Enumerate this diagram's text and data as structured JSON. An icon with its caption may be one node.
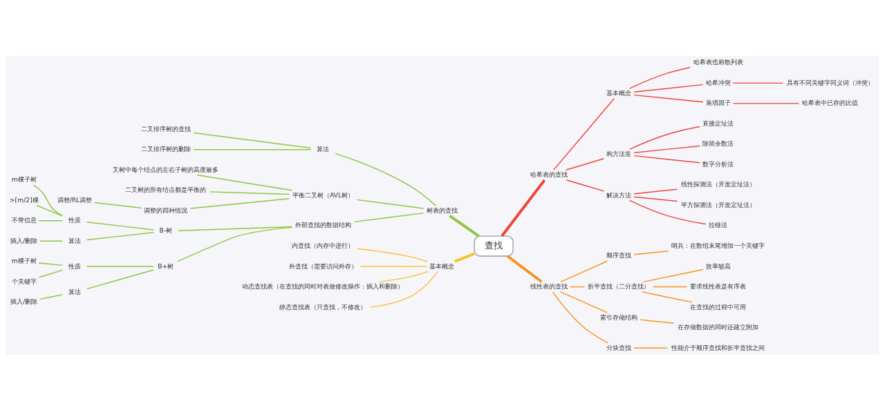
{
  "diagram": {
    "nodes": [
      {
        "text": [
          "查找"
        ]
      },
      {
        "text": [
          "树表的查找"
        ]
      },
      {
        "text": [
          "算法"
        ]
      },
      {
        "text": [
          "二叉排序树的查找"
        ]
      },
      {
        "text": [
          "二叉排序树的删除"
        ]
      },
      {
        "text": [
          "平衡二叉树（AVL树）"
        ]
      },
      {
        "text": [
          "叉树中每个结点的左右子树的高度最多"
        ]
      },
      {
        "text": [
          "二叉树的所有结点都是平衡的"
        ]
      },
      {
        "text": [
          "调整的四种情况"
        ]
      },
      {
        "text": [
          "调整/RL调整"
        ]
      },
      {
        "text": [
          "外部查找的数据结构"
        ]
      },
      {
        "text": [
          "B-树"
        ]
      },
      {
        "text": [
          "性质"
        ]
      },
      {
        "text": [
          "m棵子树"
        ]
      },
      {
        "text": [
          ">[m/2]棵"
        ]
      },
      {
        "text": [
          "不带信息"
        ]
      },
      {
        "text": [
          "算法"
        ]
      },
      {
        "text": [
          "插入/删除"
        ]
      },
      {
        "text": [
          "B+树"
        ]
      },
      {
        "text": [
          "性质"
        ]
      },
      {
        "text": [
          "m棵子树"
        ]
      },
      {
        "text": [
          "个关键字"
        ]
      },
      {
        "text": [
          "算法"
        ]
      },
      {
        "text": [
          "插入/删除"
        ]
      },
      {
        "text": [
          "基本概念"
        ]
      },
      {
        "text": [
          "内查找（内存中进行）"
        ]
      },
      {
        "text": [
          "外查找（需要访问外存）"
        ]
      },
      {
        "text": [
          "动态查找表（在查找的同时对表做修改操作：插入和删除）"
        ]
      },
      {
        "text": [
          "静态查找表（只查找，不修改）"
        ]
      },
      {
        "text": [
          "哈希表的查找"
        ]
      },
      {
        "text": [
          "基本概念"
        ]
      },
      {
        "text": [
          "哈希表也称散列表"
        ]
      },
      {
        "text": [
          "哈希冲突"
        ]
      },
      {
        "text": [
          "具有不同关键字同义词（冲突）"
        ]
      },
      {
        "text": [
          "装填因子"
        ]
      },
      {
        "text": [
          "哈希表中已存的比值"
        ]
      },
      {
        "text": [
          "构方法造"
        ]
      },
      {
        "text": [
          "直接定址法"
        ]
      },
      {
        "text": [
          "除留余数法"
        ]
      },
      {
        "text": [
          "数字分析法"
        ]
      },
      {
        "text": [
          "解决方法"
        ]
      },
      {
        "text": [
          "线性探测法（开发定址法）"
        ]
      },
      {
        "text": [
          "平方探测法（开发定址法）"
        ]
      },
      {
        "text": [
          "拉链法"
        ]
      },
      {
        "text": [
          "线性表的查找"
        ]
      },
      {
        "text": [
          "顺序查找"
        ]
      },
      {
        "text": [
          "哨兵：在数组末尾增加一个关键字"
        ]
      },
      {
        "text": [
          "折半查找（二分查找）"
        ]
      },
      {
        "text": [
          "效率较高"
        ]
      },
      {
        "text": [
          "要求线性表是有序表"
        ]
      },
      {
        "text": [
          "在查找的过程中可用"
        ]
      },
      {
        "text": [
          "索引存储结构"
        ]
      },
      {
        "text": [
          "在存储数据的同时还建立附加"
        ]
      },
      {
        "text": [
          "分块查找"
        ]
      },
      {
        "text": [
          "性能介于顺序查找和折半查找之间"
        ]
      }
    ],
    "edges": [
      {
        "from": 0,
        "to": 1,
        "arrow": "none",
        "style": "thick",
        "color": "#8dc63f"
      },
      {
        "from": 1,
        "to": 2,
        "arrow": "none",
        "color": "#8dc63f"
      },
      {
        "from": 2,
        "to": 3,
        "arrow": "none",
        "color": "#8dc63f"
      },
      {
        "from": 2,
        "to": 4,
        "arrow": "none",
        "color": "#8dc63f"
      },
      {
        "from": 1,
        "to": 5,
        "arrow": "none",
        "color": "#8dc63f"
      },
      {
        "from": 5,
        "to": 6,
        "arrow": "none",
        "color": "#8dc63f"
      },
      {
        "from": 5,
        "to": 7,
        "arrow": "none",
        "color": "#8dc63f"
      },
      {
        "from": 5,
        "to": 8,
        "arrow": "none",
        "color": "#8dc63f"
      },
      {
        "from": 8,
        "to": 9,
        "arrow": "none",
        "color": "#8dc63f"
      },
      {
        "from": 1,
        "to": 10,
        "arrow": "none",
        "color": "#8dc63f"
      },
      {
        "from": 10,
        "to": 11,
        "arrow": "none",
        "color": "#8dc63f"
      },
      {
        "from": 11,
        "to": 12,
        "arrow": "none",
        "color": "#8dc63f"
      },
      {
        "from": 12,
        "to": 13,
        "arrow": "none",
        "color": "#8dc63f"
      },
      {
        "from": 12,
        "to": 14,
        "arrow": "none",
        "color": "#8dc63f"
      },
      {
        "from": 12,
        "to": 15,
        "arrow": "none",
        "color": "#8dc63f"
      },
      {
        "from": 11,
        "to": 16,
        "arrow": "none",
        "color": "#8dc63f"
      },
      {
        "from": 16,
        "to": 17,
        "arrow": "none",
        "color": "#8dc63f"
      },
      {
        "from": 10,
        "to": 18,
        "arrow": "none",
        "color": "#8dc63f"
      },
      {
        "from": 18,
        "to": 19,
        "arrow": "none",
        "color": "#8dc63f"
      },
      {
        "from": 19,
        "to": 20,
        "arrow": "none",
        "color": "#8dc63f"
      },
      {
        "from": 19,
        "to": 21,
        "arrow": "none",
        "color": "#8dc63f"
      },
      {
        "from": 18,
        "to": 22,
        "arrow": "none",
        "color": "#8dc63f"
      },
      {
        "from": 22,
        "to": 23,
        "arrow": "none",
        "color": "#8dc63f"
      },
      {
        "from": 0,
        "to": 24,
        "arrow": "none",
        "style": "thick",
        "color": "#fbc02d"
      },
      {
        "from": 24,
        "to": 25,
        "arrow": "none",
        "color": "#fbc02d"
      },
      {
        "from": 24,
        "to": 26,
        "arrow": "none",
        "color": "#fbc02d"
      },
      {
        "from": 24,
        "to": 27,
        "arrow": "none",
        "color": "#fbc02d"
      },
      {
        "from": 24,
        "to": 28,
        "arrow": "none",
        "color": "#fbc02d"
      },
      {
        "from": 0,
        "to": 29,
        "arrow": "none",
        "style": "thick",
        "color": "#f0443a"
      },
      {
        "from": 29,
        "to": 30,
        "arrow": "none",
        "color": "#f0443a"
      },
      {
        "from": 30,
        "to": 31,
        "arrow": "none",
        "color": "#f0443a"
      },
      {
        "from": 30,
        "to": 32,
        "arrow": "none",
        "color": "#f0443a"
      },
      {
        "from": 32,
        "to": 33,
        "arrow": "none",
        "color": "#f0443a"
      },
      {
        "from": 30,
        "to": 34,
        "arrow": "none",
        "color": "#f0443a"
      },
      {
        "from": 34,
        "to": 35,
        "arrow": "none",
        "color": "#f0443a"
      },
      {
        "from": 29,
        "to": 36,
        "arrow": "none",
        "color": "#f0443a"
      },
      {
        "from": 36,
        "to": 37,
        "arrow": "none",
        "color": "#f0443a"
      },
      {
        "from": 36,
        "to": 38,
        "arrow": "none",
        "color": "#f0443a"
      },
      {
        "from": 36,
        "to": 39,
        "arrow": "none",
        "color": "#f0443a"
      },
      {
        "from": 29,
        "to": 40,
        "arrow": "none",
        "color": "#f0443a"
      },
      {
        "from": 40,
        "to": 41,
        "arrow": "none",
        "color": "#f0443a"
      },
      {
        "from": 40,
        "to": 42,
        "arrow": "none",
        "color": "#f0443a"
      },
      {
        "from": 40,
        "to": 43,
        "arrow": "none",
        "color": "#f0443a"
      },
      {
        "from": 0,
        "to": 44,
        "arrow": "none",
        "style": "thick",
        "color": "#f7941d"
      },
      {
        "from": 44,
        "to": 45,
        "arrow": "none",
        "color": "#f7941d"
      },
      {
        "from": 45,
        "to": 46,
        "arrow": "none",
        "color": "#f7941d"
      },
      {
        "from": 44,
        "to": 47,
        "arrow": "none",
        "color": "#f7941d"
      },
      {
        "from": 47,
        "to": 48,
        "arrow": "none",
        "color": "#f7941d"
      },
      {
        "from": 47,
        "to": 49,
        "arrow": "none",
        "color": "#f7941d"
      },
      {
        "from": 47,
        "to": 50,
        "arrow": "none",
        "color": "#f7941d"
      },
      {
        "from": 44,
        "to": 51,
        "arrow": "none",
        "color": "#f7941d"
      },
      {
        "from": 51,
        "to": 52,
        "arrow": "none",
        "color": "#f7941d"
      },
      {
        "from": 44,
        "to": 53,
        "arrow": "none",
        "color": "#f7941d"
      },
      {
        "from": 53,
        "to": 54,
        "arrow": "none",
        "color": "#f7941d"
      }
    ]
  }
}
